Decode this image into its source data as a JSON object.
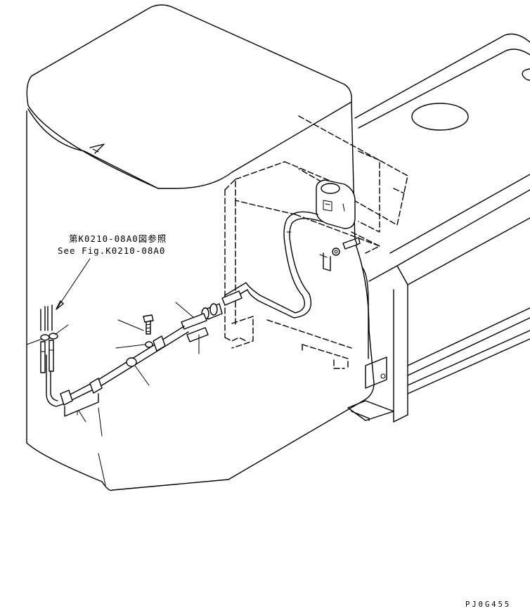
{
  "reference": {
    "line_jp": "第K0210-08A0図参照",
    "line_en": "See Fig.K0210-08A0"
  },
  "drawing_code": "PJ0G455"
}
